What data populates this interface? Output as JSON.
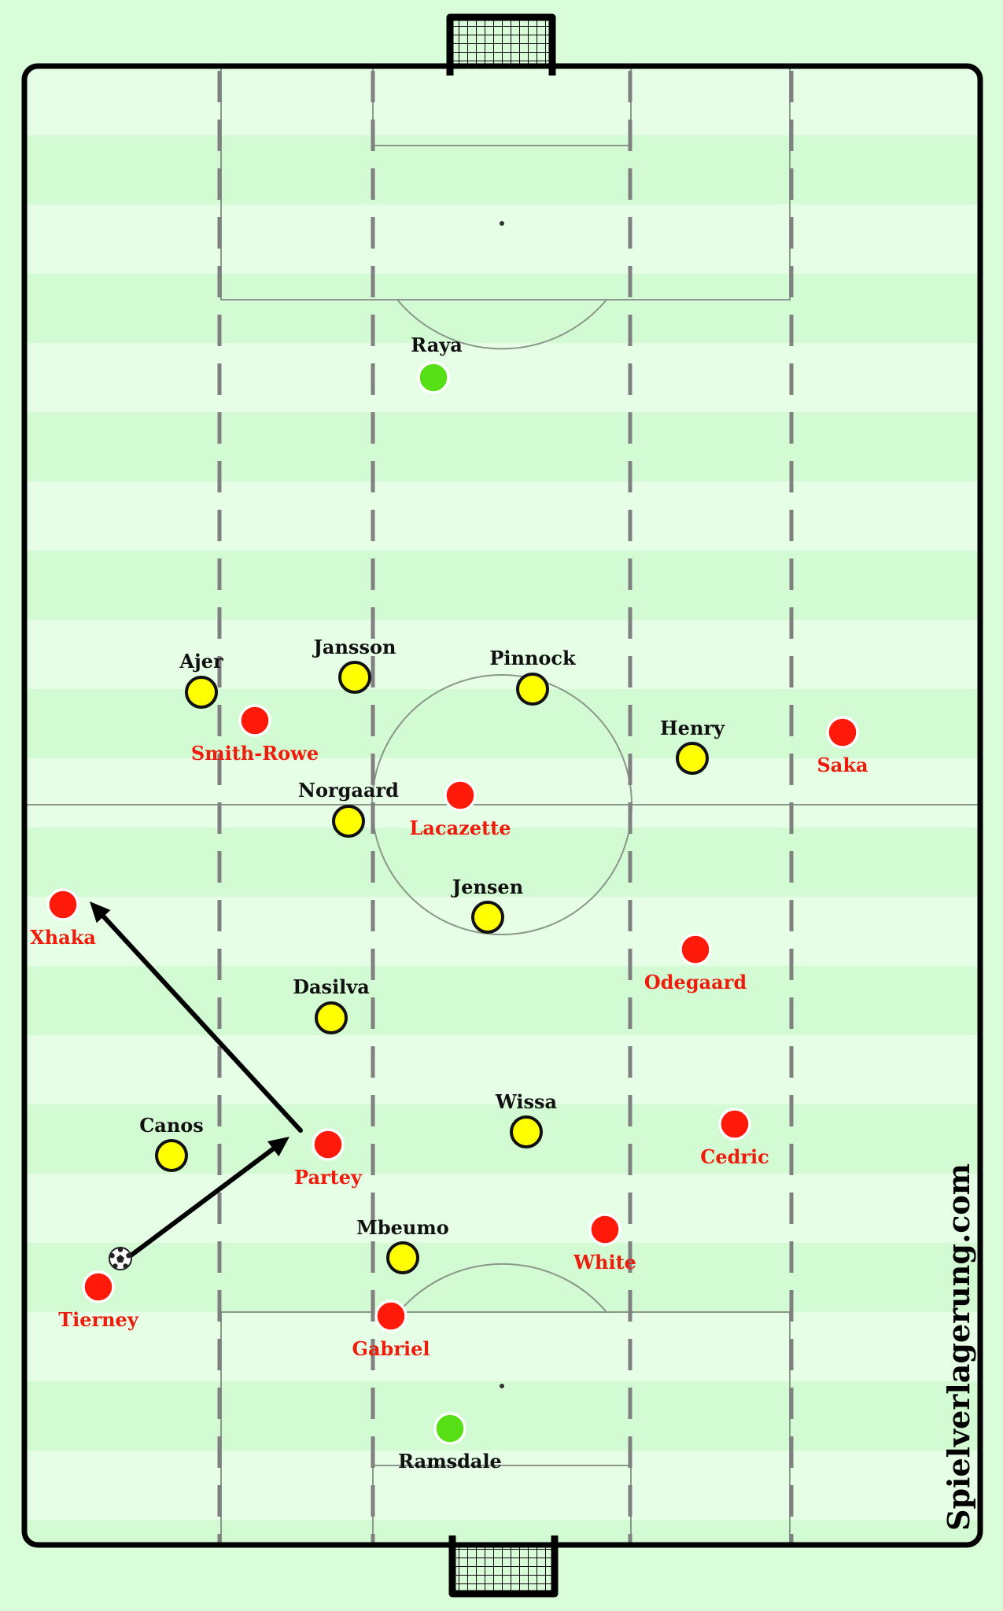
{
  "watermark": "Spielverlagerung.com",
  "colors": {
    "background": "#d9fcd9",
    "stripe_dark": "#d3fbd3",
    "stripe_light": "#e6fde6",
    "team_red": "#ff1a0a",
    "team_yellow": "#ffff00",
    "keeper_green": "#58e016",
    "red_label": "#ee1c0c",
    "black_label": "#111111",
    "pitch_line": "#8a978a",
    "channel_line": "#808080"
  },
  "players": [
    {
      "name": "Raya",
      "team": "keeper"
    },
    {
      "name": "Ajer",
      "team": "yellow"
    },
    {
      "name": "Jansson",
      "team": "yellow"
    },
    {
      "name": "Pinnock",
      "team": "yellow"
    },
    {
      "name": "Henry",
      "team": "yellow"
    },
    {
      "name": "Norgaard",
      "team": "yellow"
    },
    {
      "name": "Jensen",
      "team": "yellow"
    },
    {
      "name": "Dasilva",
      "team": "yellow"
    },
    {
      "name": "Wissa",
      "team": "yellow"
    },
    {
      "name": "Canos",
      "team": "yellow"
    },
    {
      "name": "Mbeumo",
      "team": "yellow"
    },
    {
      "name": "Smith-Rowe",
      "team": "red"
    },
    {
      "name": "Saka",
      "team": "red"
    },
    {
      "name": "Lacazette",
      "team": "red"
    },
    {
      "name": "Xhaka",
      "team": "red"
    },
    {
      "name": "Odegaard",
      "team": "red"
    },
    {
      "name": "Partey",
      "team": "red"
    },
    {
      "name": "Cedric",
      "team": "red"
    },
    {
      "name": "White",
      "team": "red"
    },
    {
      "name": "Tierney",
      "team": "red"
    },
    {
      "name": "Gabriel",
      "team": "red"
    },
    {
      "name": "Ramsdale",
      "team": "keeper"
    }
  ],
  "ball": {
    "icon": "football-icon"
  },
  "arrows": [
    {
      "name": "pass-arrow-tierney-to-partey"
    },
    {
      "name": "pass-arrow-partey-to-xhaka"
    }
  ]
}
